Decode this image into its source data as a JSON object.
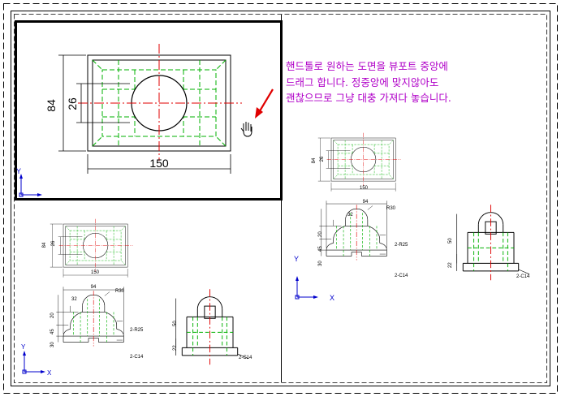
{
  "instruction_lines": [
    "핸드툴로 원하는 도면을 뷰포트 중앙에",
    "드래그 합니다. 정중앙에 맞지않아도",
    "괜찮으므로 그냥 대충 가져다 놓습니다."
  ],
  "dims": {
    "overall_height": "84",
    "circle_height": "26",
    "overall_width": "150",
    "top_width": "94",
    "radius": "R30",
    "h_32": "32",
    "h_20": "20",
    "h_45": "45",
    "h_30": "30",
    "r25_callout": "2-R25",
    "c14_callout": "2-C14",
    "side_50": "50",
    "side_22": "22",
    "side_c14": "2-C14"
  },
  "axes": {
    "x_label": "X",
    "y_label": "Y"
  },
  "colors": {
    "outline": "#000000",
    "hidden_line": "#00b000",
    "center_line": "#e00000",
    "viewport_border": "#000000",
    "annotation_text": "#b000c8",
    "arrow": "#e00000",
    "ucs_icon": "#0000cc"
  },
  "cursor_icon": "hand-cursor-icon"
}
